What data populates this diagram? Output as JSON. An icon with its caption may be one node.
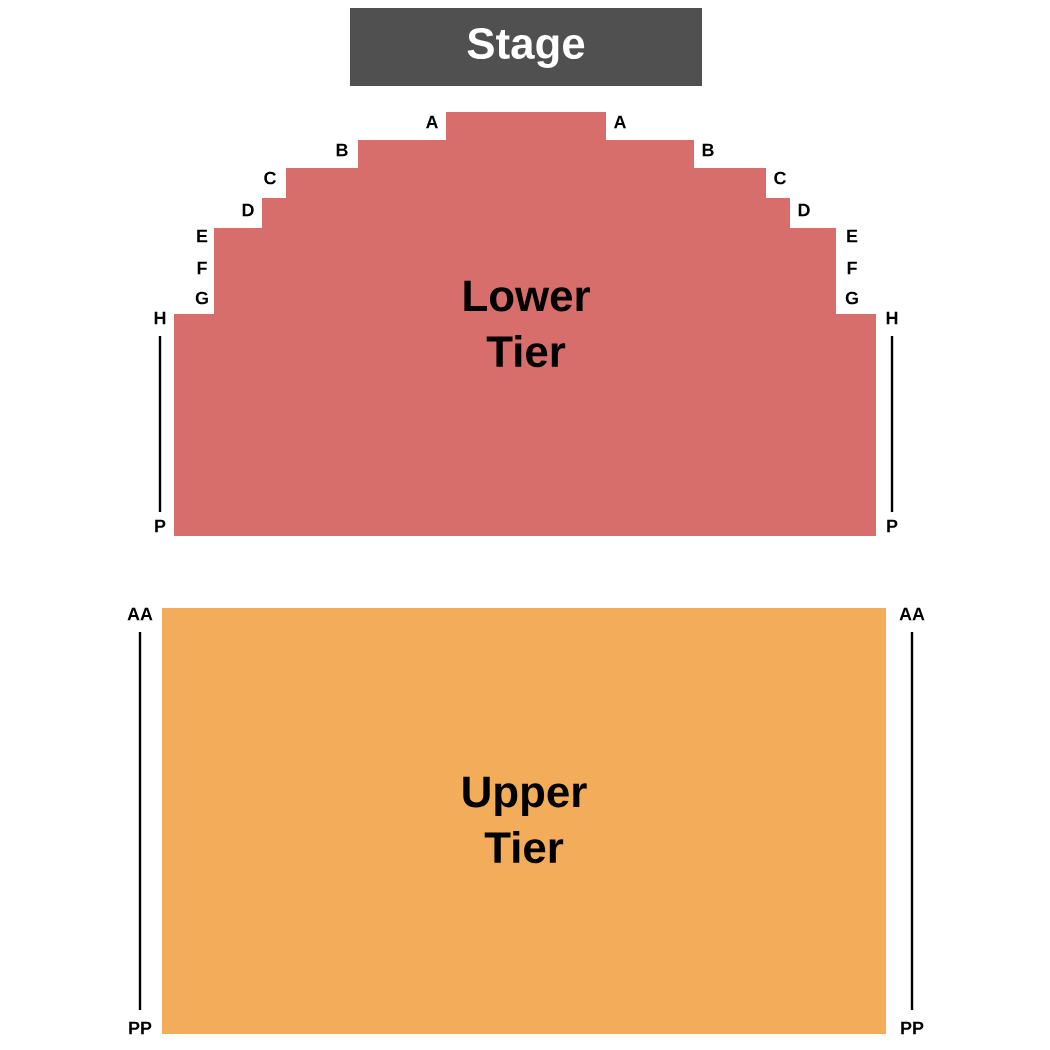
{
  "diagram": {
    "nodes": [
      {
        "text": [
          "Stage"
        ]
      },
      {
        "text": [
          "Lower Tier"
        ]
      },
      {
        "text": [
          "Upper Tier"
        ]
      }
    ],
    "labels": [
      "A",
      "A",
      "B",
      "B",
      "C",
      "C",
      "D",
      "D",
      "E",
      "E",
      "F",
      "F",
      "G",
      "G",
      "H",
      "H",
      "P",
      "P",
      "AA",
      "AA",
      "PP",
      "PP"
    ]
  }
}
